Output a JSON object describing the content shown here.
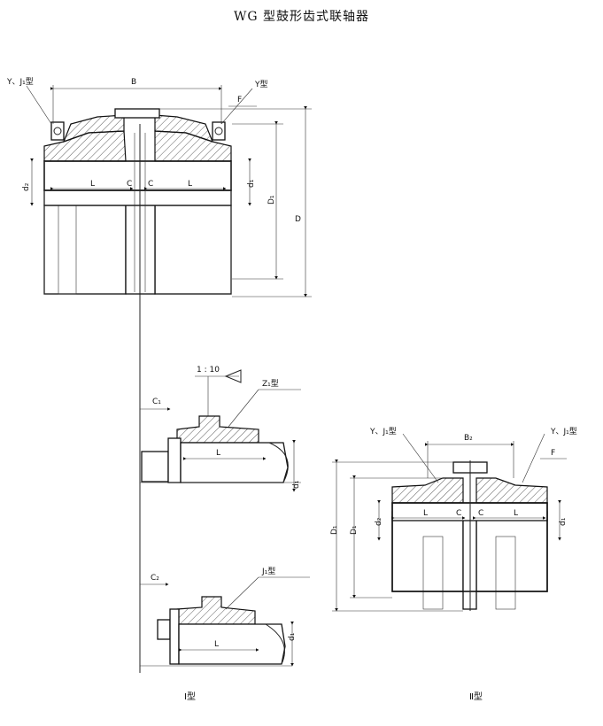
{
  "title": "WG 型鼓形齿式联轴器",
  "labels": {
    "yj1_top": "Y、J₁型",
    "y_top": "Y型",
    "B": "B",
    "F_top": "F",
    "L": "L",
    "C": "C",
    "d2": "d₂",
    "d1": "d₁",
    "D1": "D₁",
    "D": "D",
    "taper": "1 : 10",
    "C1": "C₁",
    "z1": "Z₁型",
    "C2": "C₂",
    "j1": "J₁型",
    "yj1_right_a": "Y、J₁型",
    "yj1_right_b": "Y、J₁型",
    "B2": "B₂",
    "F_right": "F",
    "type1": "Ⅰ型",
    "type2": "Ⅱ型"
  }
}
